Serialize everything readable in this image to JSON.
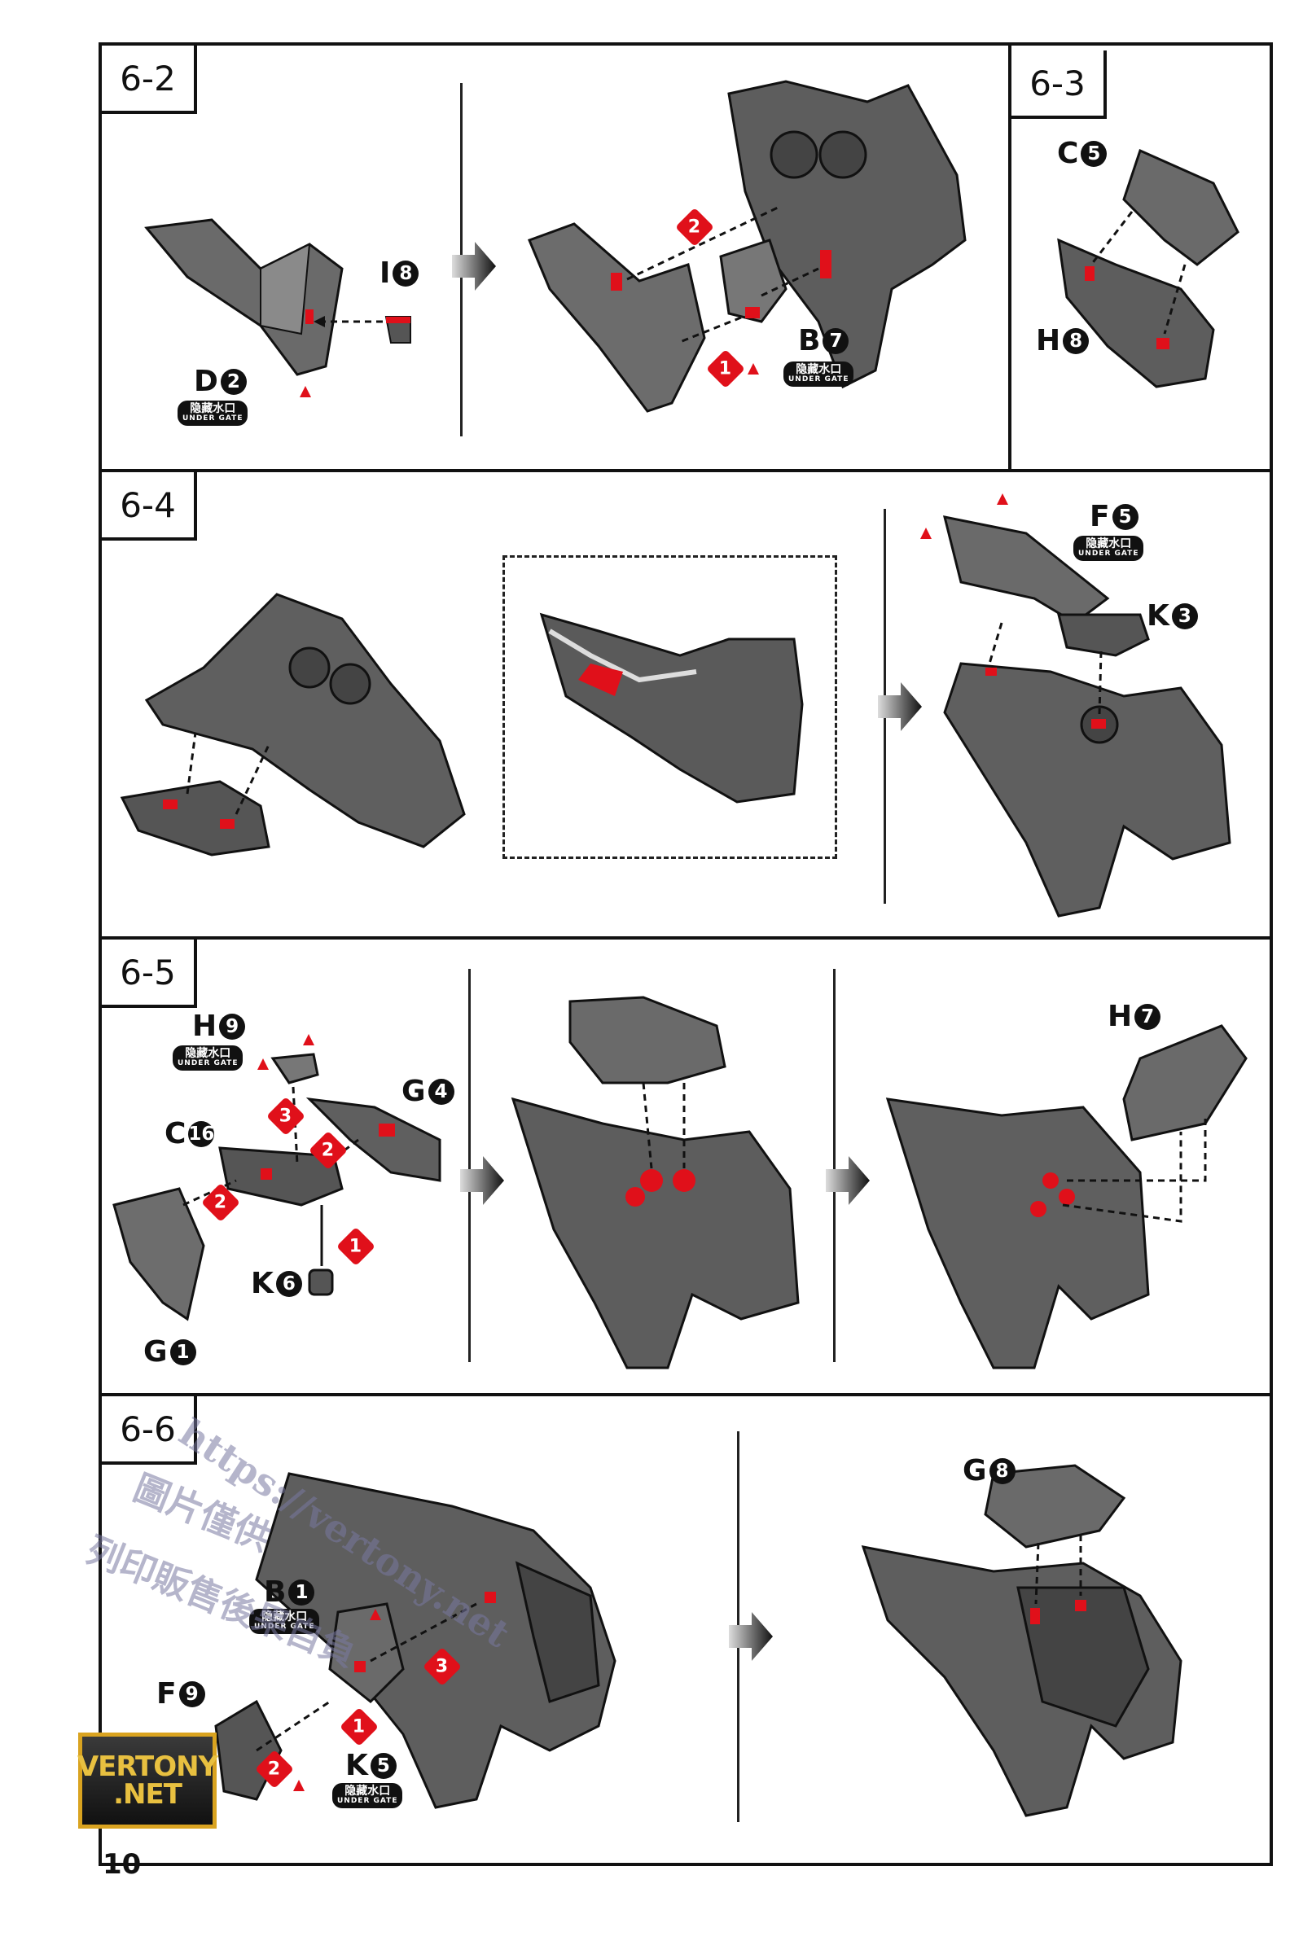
{
  "steps": {
    "s62": {
      "label": "6-2"
    },
    "s63": {
      "label": "6-3"
    },
    "s64": {
      "label": "6-4"
    },
    "s65": {
      "label": "6-5"
    },
    "s66": {
      "label": "6-6"
    }
  },
  "parts": {
    "i8": {
      "letter": "I",
      "num": "8"
    },
    "d2": {
      "letter": "D",
      "num": "2"
    },
    "b7": {
      "letter": "B",
      "num": "7"
    },
    "c5": {
      "letter": "C",
      "num": "5"
    },
    "h8": {
      "letter": "H",
      "num": "8"
    },
    "f5": {
      "letter": "F",
      "num": "5"
    },
    "k3": {
      "letter": "K",
      "num": "3"
    },
    "h9": {
      "letter": "H",
      "num": "9"
    },
    "g4": {
      "letter": "G",
      "num": "4"
    },
    "c16": {
      "letter": "C",
      "num": "16"
    },
    "k6": {
      "letter": "K",
      "num": "6"
    },
    "g1": {
      "letter": "G",
      "num": "1"
    },
    "h7": {
      "letter": "H",
      "num": "7"
    },
    "g8": {
      "letter": "G",
      "num": "8"
    },
    "b1": {
      "letter": "B",
      "num": "1"
    },
    "f9": {
      "letter": "F",
      "num": "9"
    },
    "k5": {
      "letter": "K",
      "num": "5"
    }
  },
  "gate": {
    "cn": "隐藏水口",
    "en": "UNDER GATE"
  },
  "badges": [
    "1",
    "2",
    "3"
  ],
  "watermark": {
    "url": "https://vertony.net",
    "line1": "圖片僅供",
    "line2": "列印販售後果自負"
  },
  "logo": {
    "line1": "VERTONY",
    "line2": ".NET"
  },
  "page_number": "10",
  "colors": {
    "ink": "#111111",
    "accent_red": "#e0101a",
    "part_gray": "#5a5a5a"
  }
}
